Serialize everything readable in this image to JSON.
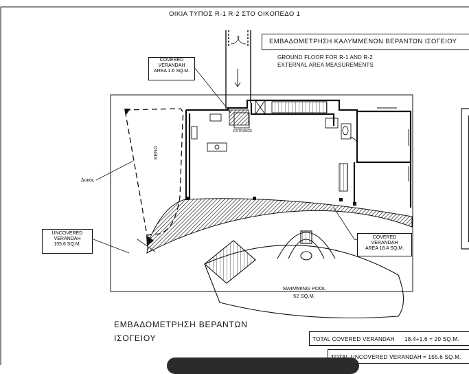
{
  "header": {
    "title": "ΟΙΚΙΑ ΤΥΠΟΣ R-1 R-2 ΣΤΟ ΟΙΚΟΠΕΔΟ 1",
    "subtitle_box": "ΕΜΒΑΔΟΜΕΤΡΗΣΗ ΚΑΛΥΜΜΕΝΩΝ ΒΕΡΑΝΤΩΝ ΙΣΟΓΕΙΟΥ",
    "note_line1": "GROUND FLOOR FOR R-1 AND R-2",
    "note_line2": "EXTERNAL AREA MEASUREMENTS"
  },
  "labels": {
    "covered_small": [
      "COVERED",
      "VERANDAH",
      "AREA 1.6 SQ.M."
    ],
    "covered_large": [
      "COVERED",
      "VERANDAH",
      "AREA 18.4 SQ.M."
    ],
    "uncovered": [
      "UNCOVERED",
      "VERANDAH",
      "155.6 SQ.M."
    ],
    "entrance": "ENTRANCE",
    "keno": "KENO",
    "beam": "Δοκός",
    "pool": [
      "SWIMMING POOL",
      "52 SQ.M."
    ]
  },
  "footer": {
    "title_line1": "ΕΜΒΑΔΟΜΕΤΡΗΣΗ ΒΕΡΑΝΤΩΝ",
    "title_line2": "ΙΣΟΓΕΙΟΥ",
    "totals": [
      {
        "label": "TOTAL COVERED VERANDAH",
        "value": "18.4+1.6 = 20 SQ.M."
      },
      {
        "label": "TOTAL UNCOVERED VERANDAH",
        "value": "= 155.6 SQ.M."
      }
    ]
  },
  "colors": {
    "ink": "#111111",
    "hatch": "#222222",
    "paper": "#ffffff"
  }
}
